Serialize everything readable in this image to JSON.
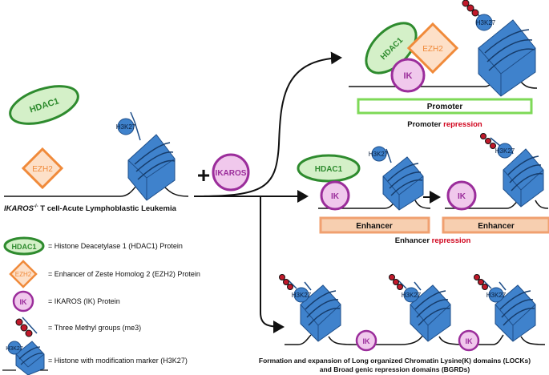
{
  "left_panel": {
    "hdac1_label": "HDAC1",
    "ezh2_label": "EZH2",
    "h3k27_label": "H3K27",
    "caption_prefix": "IKAROS",
    "caption_superscript": "-/-",
    "caption_rest": " T cell-Acute Lymphoblastic Leukemia"
  },
  "plus_sign": "+",
  "ikaros_label": "IKAROS",
  "promoter_panel": {
    "hdac1_label": "HDAC1",
    "ezh2_label": "EZH2",
    "ik_label": "IK",
    "h3k27_label": "H3K27",
    "box_label": "Promoter",
    "caption_black": "Promoter ",
    "caption_red": "repression"
  },
  "enhancer_panel": {
    "hdac1_label": "HDAC1",
    "ik_label": "IK",
    "ik_label_2": "IK",
    "h3k27_label": "H3K27",
    "h3k27_label_2": "H3K27",
    "box_label": "Enhancer",
    "box_label_2": "Enhancer",
    "caption_black": "Enhancer ",
    "caption_red": "repression"
  },
  "locks_panel": {
    "h3k27_label": "H3K27",
    "ik_label": "IK",
    "caption_line1": "Formation and expansion of Long organized Chromatin Lysine(K) domains (LOCKs)",
    "caption_line2": "and Broad genic repression domains (BGRDs)"
  },
  "legend": {
    "hdac1_symbol": "HDAC1",
    "hdac1_text": "= Histone Deacetylase 1 (HDAC1) Protein",
    "ezh2_symbol": "EZH2",
    "ezh2_text": "= Enhancer of Zeste Homolog 2 (EZH2) Protein",
    "ik_symbol": "IK",
    "ik_text": "= IKAROS (IK) Protein",
    "me3_text": "= Three Methyl groups (me3)",
    "histone_symbol": "H3K27",
    "histone_text": "= Histone with modification marker (H3K27)"
  },
  "colors": {
    "hdac1_fill": "#d4f0c8",
    "hdac1_stroke": "#2e8b2e",
    "ezh2_fill": "#fde0c8",
    "ezh2_stroke": "#f08a3a",
    "ik_fill": "#f0c8ec",
    "ik_stroke": "#9b2d9b",
    "nucleosome": "#3f82cc",
    "nucleosome_dark": "#1f4f8a",
    "methyl": "#c0192a",
    "promoter_stroke": "#7ed957",
    "enhancer_fill": "#f7cfb0",
    "enhancer_stroke": "#f0a070",
    "repression_text": "#d0021b"
  }
}
